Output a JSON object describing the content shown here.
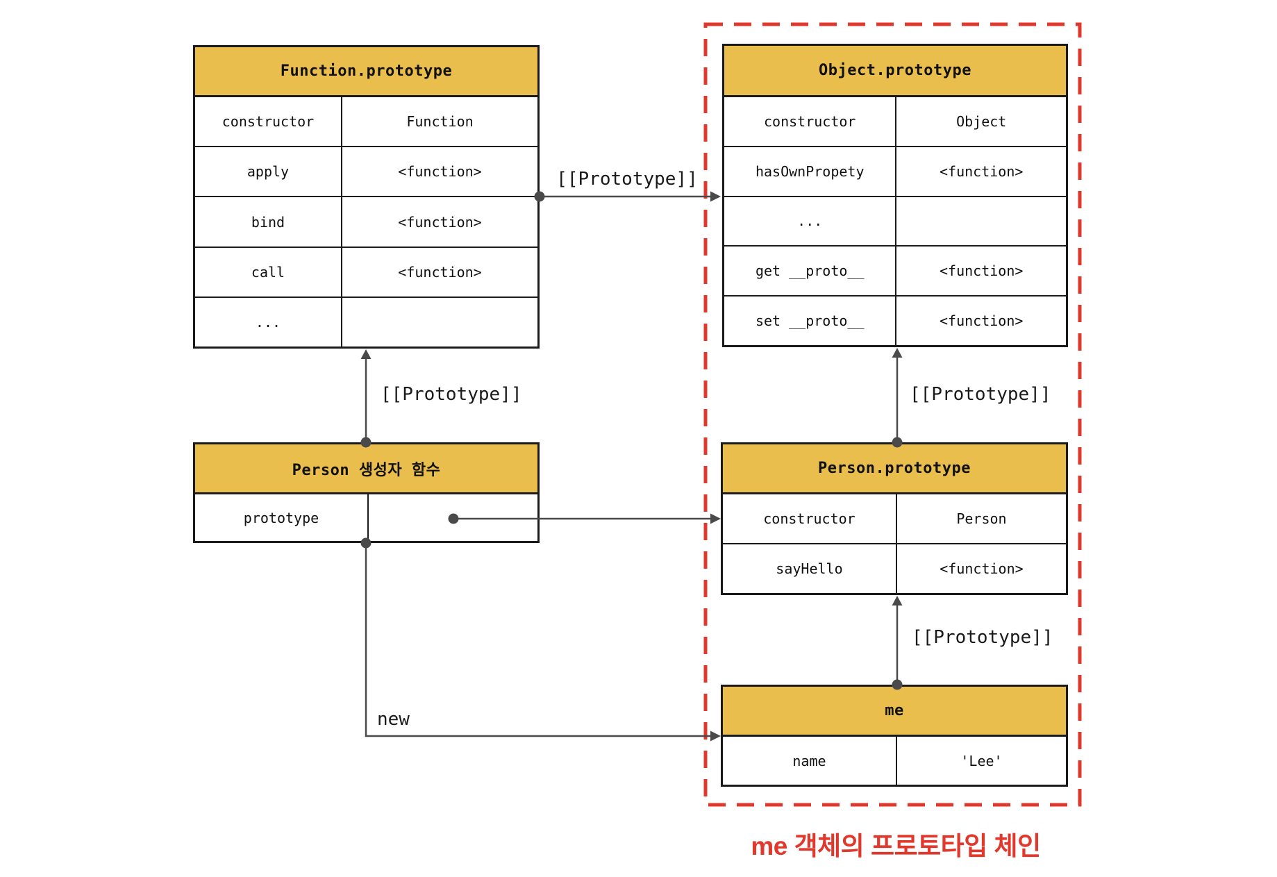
{
  "caption": "me 객체의 프로토타입 체인",
  "labels": {
    "prototype": "[[Prototype]]",
    "new_keyword": "new"
  },
  "colors": {
    "header_bg": "#E9BE4D",
    "table_border": "#1A1A1A",
    "connector": "#4A4A4A",
    "red_accent": "#E0382C"
  },
  "tables": [
    {
      "key": "function-prototype",
      "title": "Function.prototype",
      "rows": [
        [
          "constructor",
          "Function"
        ],
        [
          "apply",
          "<function>"
        ],
        [
          "bind",
          "<function>"
        ],
        [
          "call",
          "<function>"
        ],
        [
          "...",
          ""
        ]
      ]
    },
    {
      "key": "object-prototype",
      "title": "Object.prototype",
      "rows": [
        [
          "constructor",
          "Object"
        ],
        [
          "hasOwnPropety",
          "<function>"
        ],
        [
          "...",
          ""
        ],
        [
          "get __proto__",
          "<function>"
        ],
        [
          "set __proto__",
          "<function>"
        ]
      ]
    },
    {
      "key": "person-constructor",
      "title": "Person 생성자 함수",
      "rows": [
        [
          "prototype",
          ""
        ]
      ]
    },
    {
      "key": "person-prototype",
      "title": "Person.prototype",
      "rows": [
        [
          "constructor",
          "Person"
        ],
        [
          "sayHello",
          "<function>"
        ]
      ]
    },
    {
      "key": "me",
      "title": "me",
      "rows": [
        [
          "name",
          "'Lee'"
        ]
      ]
    }
  ]
}
